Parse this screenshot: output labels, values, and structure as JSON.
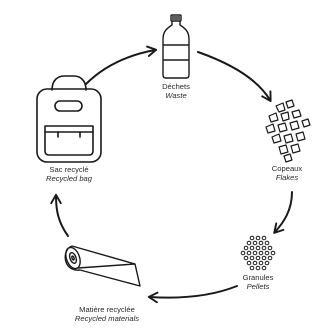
{
  "colors": {
    "stroke": "#1a1a1a",
    "text": "#2a2a2a"
  },
  "steps": [
    {
      "id": "waste",
      "label_fr": "Déchets",
      "label_en": "Waste",
      "icon": "plastic-bottle-icon"
    },
    {
      "id": "flakes",
      "label_fr": "Copeaux",
      "label_en": "Flakes",
      "icon": "plastic-flakes-icon"
    },
    {
      "id": "pellets",
      "label_fr": "Granules",
      "label_en": "Pellets",
      "icon": "pellets-icon"
    },
    {
      "id": "materials",
      "label_fr": "Matière recyclée",
      "label_en": "Recycled materials",
      "icon": "fabric-roll-icon"
    },
    {
      "id": "bag",
      "label_fr": "Sac recyclé",
      "label_en": "Recycled bag",
      "icon": "backpack-icon"
    }
  ]
}
